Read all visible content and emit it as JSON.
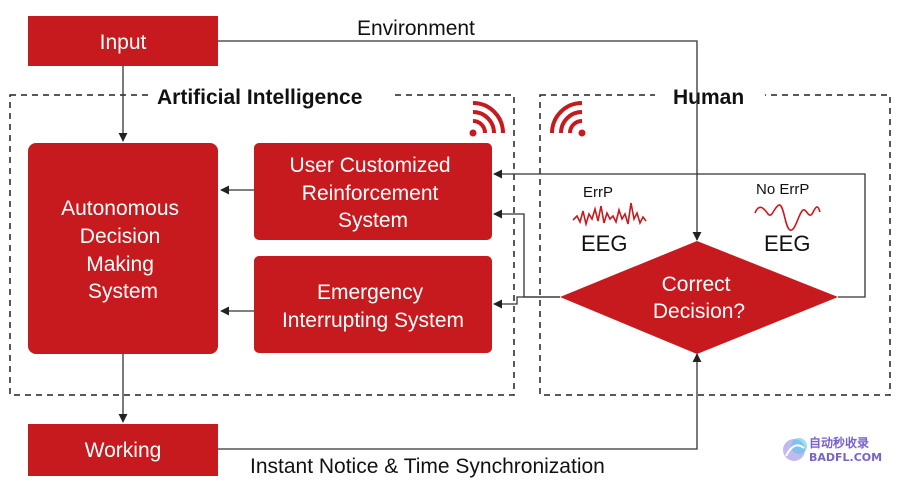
{
  "labels": {
    "environment": "Environment",
    "input": "Input",
    "ai_section": "Artificial Intelligence",
    "human_section": "Human",
    "autonomous": [
      "Autonomous",
      "Decision",
      "Making",
      "System"
    ],
    "reinforcement": [
      "User Customized",
      "Reinforcement",
      "System"
    ],
    "emergency": [
      "Emergency",
      "Interrupting System"
    ],
    "decision": [
      "Correct",
      "Decision?"
    ],
    "errp": "ErrP",
    "no_errp": "No ErrP",
    "eeg_left": "EEG",
    "eeg_right": "EEG",
    "working": "Working",
    "bottom_caption": "Instant Notice & Time Synchronization"
  },
  "watermark": {
    "main": "自动秒收录",
    "sub": "BADFL.COM"
  },
  "colors": {
    "accent": "#c71a1e",
    "line": "#333333",
    "watermark": "#7a62c9"
  },
  "icons": [
    "wireless-signal-icon",
    "wireless-signal-icon",
    "watermark-logo-icon"
  ]
}
